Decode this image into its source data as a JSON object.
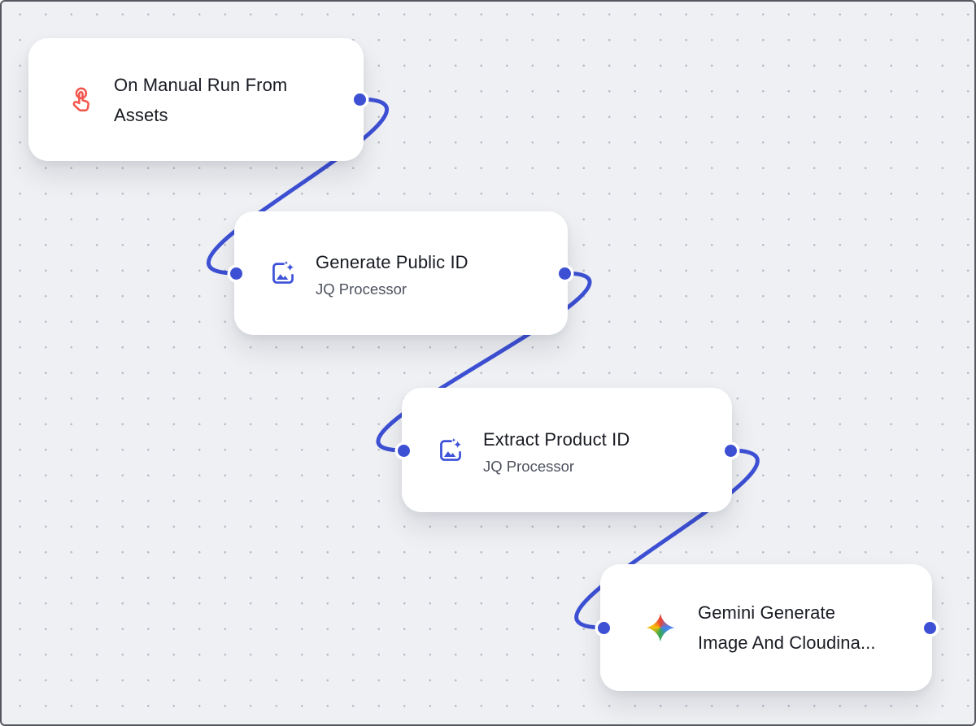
{
  "canvas": {
    "type": "workflow-editor",
    "background_color": "#eef0f3",
    "dot_grid_color": "#b6bac4",
    "frame_border_color": "#55575f",
    "edge_color": "#3d50d4",
    "card_color": "#ffffff",
    "title_color": "#181b22",
    "subtitle_color": "#4d525e"
  },
  "nodes": [
    {
      "id": "on-manual-run-from-assets",
      "title": "On Manual Run From Assets",
      "title_lines": [
        "On Manual Run From",
        "Assets"
      ],
      "subtitle": "",
      "icon": "hand-tap-icon",
      "icon_color": "#f4564e",
      "ports": [
        "out"
      ]
    },
    {
      "id": "generate-public-id",
      "title": "Generate Public ID",
      "title_lines": [
        "Generate Public ID"
      ],
      "subtitle": "JQ Processor",
      "icon": "image-sparkles-icon",
      "icon_color": "#3d52d8",
      "ports": [
        "in",
        "out"
      ]
    },
    {
      "id": "extract-product-id",
      "title": "Extract Product ID",
      "title_lines": [
        "Extract Product ID"
      ],
      "subtitle": "JQ Processor",
      "icon": "image-sparkles-icon",
      "icon_color": "#3d52d8",
      "ports": [
        "in",
        "out"
      ]
    },
    {
      "id": "gemini-generate-image-and-cloudinary",
      "title": "Gemini Generate Image And Cloudina...",
      "title_lines": [
        "Gemini Generate",
        "Image And Cloudina..."
      ],
      "subtitle": "",
      "icon": "gemini-sparkle-icon",
      "icon_colors": [
        "#e94436",
        "#4286f5",
        "#36a852",
        "#fbbd06"
      ],
      "ports": [
        "in",
        "out"
      ]
    }
  ],
  "edges": [
    {
      "from": "on-manual-run-from-assets",
      "to": "generate-public-id"
    },
    {
      "from": "generate-public-id",
      "to": "extract-product-id"
    },
    {
      "from": "extract-product-id",
      "to": "gemini-generate-image-and-cloudinary"
    }
  ]
}
